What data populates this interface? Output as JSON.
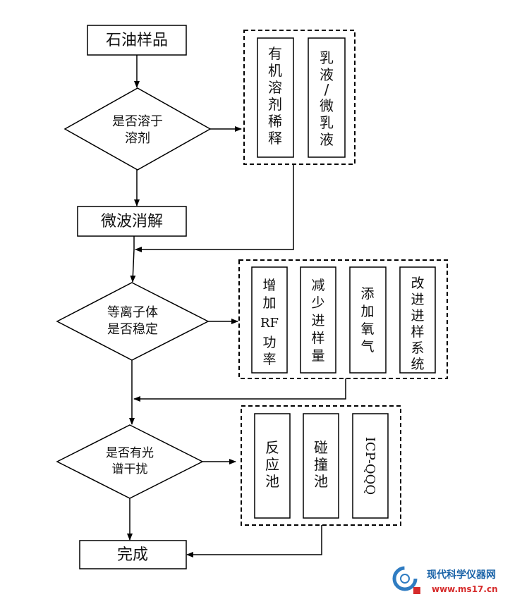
{
  "nodes": {
    "sample": "石油样品",
    "q_solvent_l1": "是否溶于",
    "q_solvent_l2": "溶剂",
    "microwave": "微波消解",
    "q_plasma_l1": "等离子体",
    "q_plasma_l2": "是否稳定",
    "q_spectral_l1": "是否有光",
    "q_spectral_l2": "谱干扰",
    "done": "完成"
  },
  "group_solvent": {
    "organic_dilution": [
      "有",
      "机",
      "溶",
      "剂",
      "稀",
      "释"
    ],
    "emulsion": [
      "乳",
      "液",
      "/",
      "微",
      "乳",
      "液"
    ]
  },
  "group_plasma": {
    "increase_rf": [
      "增",
      "加",
      "RF",
      "功",
      "率"
    ],
    "reduce_sample": [
      "减",
      "少",
      "进",
      "样",
      "量"
    ],
    "add_oxygen": [
      "添",
      "加",
      "氧",
      "气"
    ],
    "improve_intro": [
      "改",
      "进",
      "进",
      "样",
      "系",
      "统"
    ]
  },
  "group_interference": {
    "reaction_cell": [
      "反",
      "应",
      "池"
    ],
    "collision_cell": [
      "碰",
      "撞",
      "池"
    ],
    "icp_qqq": "ICP-QQQ"
  },
  "watermark": {
    "title": "现代科学仪器网",
    "url": "www.ms17.cn",
    "colors": {
      "title": "#1a63a8",
      "url": "#d62b2b",
      "ring": "#2f7cc2"
    }
  }
}
